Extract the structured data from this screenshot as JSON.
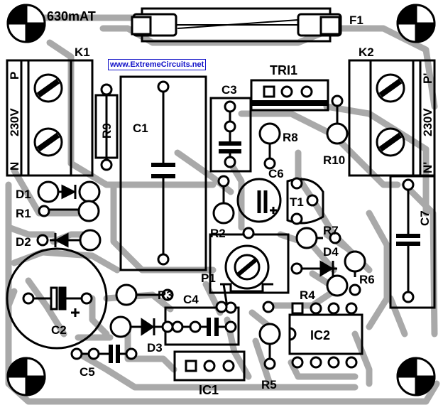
{
  "title": "630mAT",
  "watermark_url": "www.ExtremeCircuits.net",
  "terminals": {
    "left": {
      "name": "K1",
      "top": "P",
      "bottom": "N",
      "voltage": "230V"
    },
    "right": {
      "name": "K2",
      "top": "P'",
      "bottom": "N'",
      "voltage": "230V"
    }
  },
  "components": {
    "fuse": "F1",
    "triac": "TRI1",
    "c1": "C1",
    "c2": "C2",
    "c3": "C3",
    "c4": "C4",
    "c5": "C5",
    "c6": "C6",
    "c7": "C7",
    "d1": "D1",
    "d2": "D2",
    "d3": "D3",
    "d4": "D4",
    "r1": "R1",
    "r2": "R2",
    "r3": "R3",
    "r4": "R4",
    "r5": "R5",
    "r6": "R6",
    "r7": "R7",
    "r8": "R8",
    "r9": "R9",
    "r10": "R10",
    "t1": "T1",
    "p1": "P1",
    "ic1": "IC1",
    "ic2": "IC2"
  },
  "colors": {
    "ink": "#000000",
    "trace": "#a9a9a9",
    "pad": "#ffffff",
    "url": "#1010c8"
  }
}
